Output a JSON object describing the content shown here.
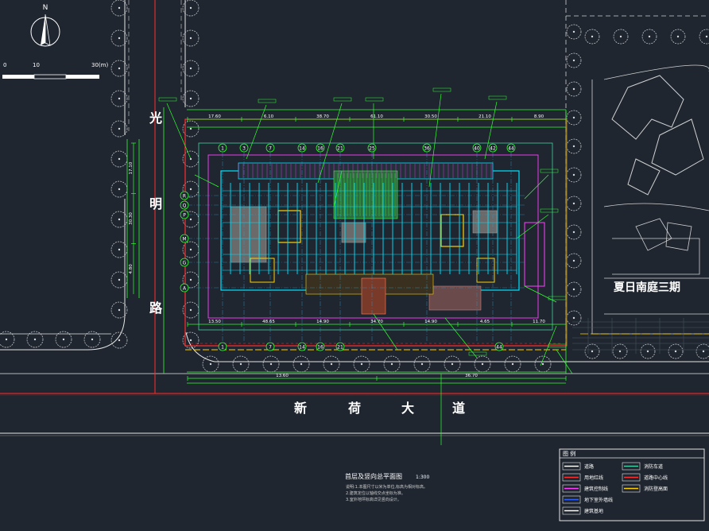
{
  "north": {
    "label": "N"
  },
  "scale_bar": {
    "ticks": [
      "0",
      "10",
      "30(m)"
    ]
  },
  "roads": {
    "guangming": [
      "光",
      "明",
      "路"
    ],
    "xinhe": [
      "新",
      "荷",
      "大",
      "道"
    ],
    "neighbor": "夏日南庭三期"
  },
  "drawing": {
    "title": "首层及竖向总平面图",
    "scale": "1:300"
  },
  "dims": {
    "top_row": [
      "17.60",
      "6.10",
      "38.70",
      "61.10",
      "30.50",
      "21.10",
      "8.90"
    ],
    "bottom_row": [
      "13.50",
      "48.65",
      "14.90",
      "34.70",
      "14.90",
      "4.65",
      "11.70"
    ],
    "bottom_row2": [
      "13.60",
      "36.70"
    ],
    "left_col": [
      "17.10",
      "30.30",
      "4.80"
    ]
  },
  "axes": {
    "top": [
      "1",
      "3",
      "7",
      "14",
      "16",
      "21",
      "25",
      "36",
      "40",
      "42",
      "44"
    ],
    "bottom": [
      "1",
      "7",
      "14",
      "16",
      "21",
      "44"
    ],
    "left": [
      "R",
      "Q",
      "P",
      "M",
      "G",
      "A"
    ]
  },
  "legend": {
    "title": "图 例",
    "items": [
      {
        "text": "道路",
        "color": "#ffffff"
      },
      {
        "text": "用地红线",
        "color": "#ff3030"
      },
      {
        "text": "建筑控制线",
        "color": "#ff40ff"
      },
      {
        "text": "地下室外墙线",
        "color": "#3060ff"
      },
      {
        "text": "建筑基地",
        "color": "#ffffff"
      },
      {
        "text": "消防车道",
        "color": "#40d0a0"
      },
      {
        "text": "道路中心线",
        "color": "#ff3030"
      },
      {
        "text": "消防登高面",
        "color": "#ffd000"
      }
    ]
  },
  "notes": [
    "说明:1.本图尺寸以米为单位,标高为相对标高。",
    "2.建筑定位以轴线交点坐标为准。",
    "3.室外地坪标高详见竖向设计。"
  ],
  "colors": {
    "background": "#1f2630",
    "road": "#e6e6e6",
    "green_line": "#30ff30",
    "red_line": "#ff2d2d",
    "cyan": "#00e5ff",
    "magenta": "#ff40ff",
    "yellow": "#ffd000",
    "blue": "#2d6bff",
    "tree": "#d8d8d8",
    "label": "#ffffff"
  }
}
